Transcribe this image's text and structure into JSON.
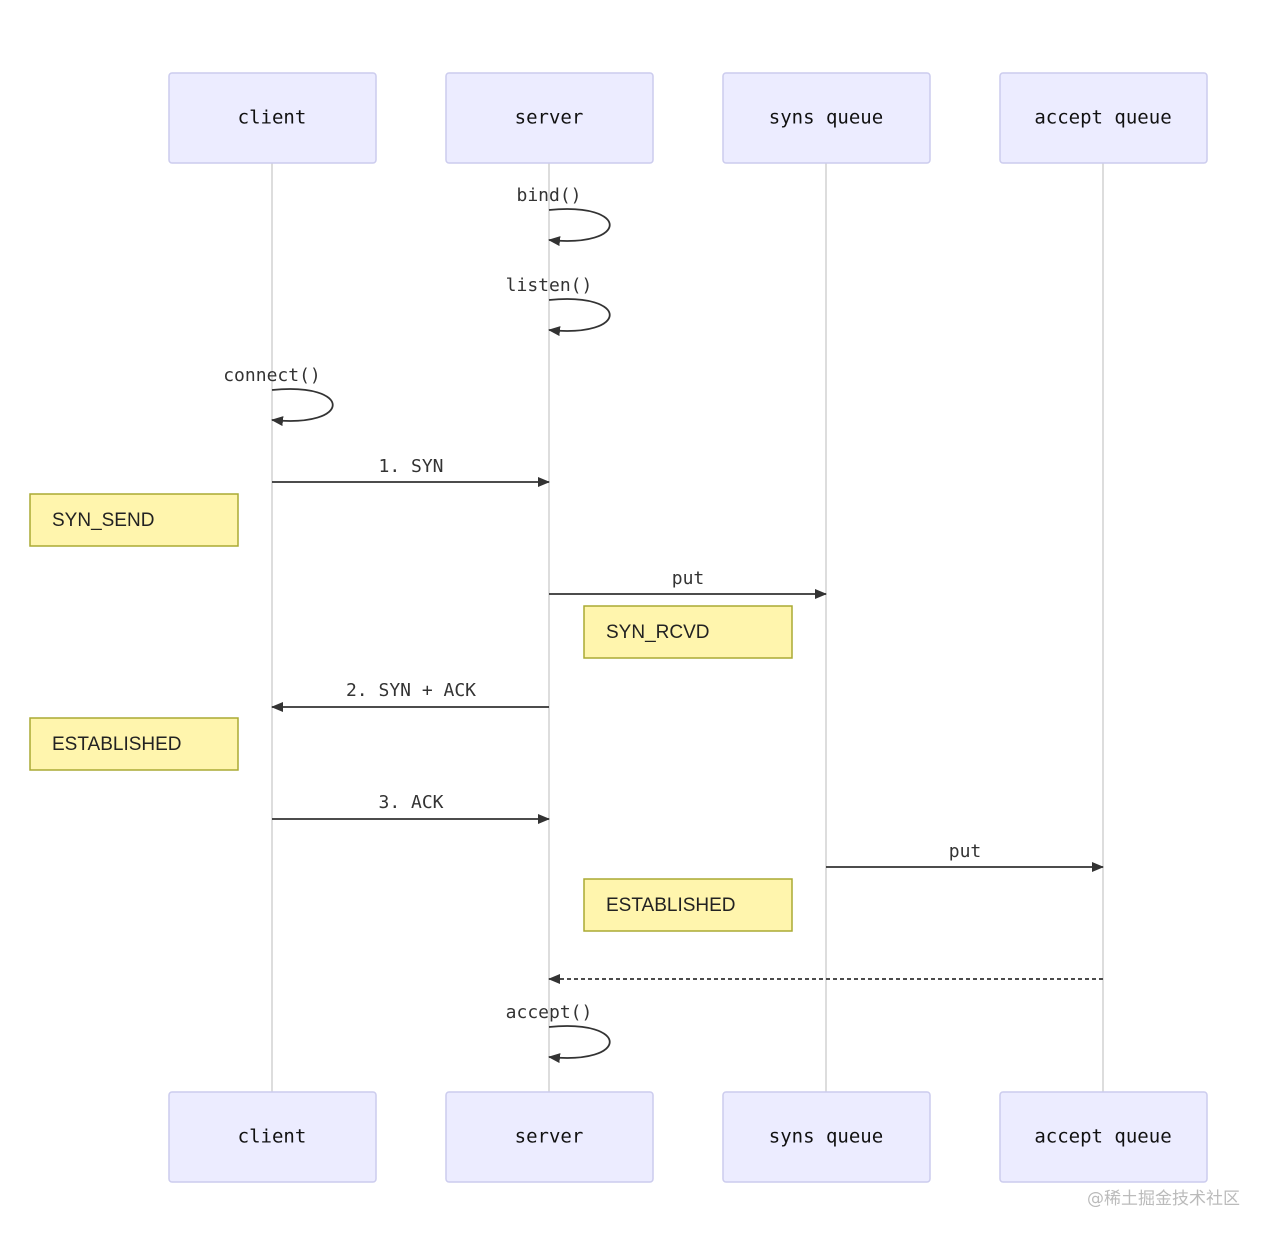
{
  "actors": {
    "client": "client",
    "server": "server",
    "syns_queue": "syns queue",
    "accept_queue": "accept queue"
  },
  "self_calls": {
    "bind": "bind()",
    "listen": "listen()",
    "connect": "connect()",
    "accept": "accept()"
  },
  "messages": {
    "syn": "1. SYN",
    "put_syns": "put",
    "syn_ack": "2. SYN + ACK",
    "ack": "3. ACK",
    "put_accept": "put"
  },
  "notes": {
    "client_syn_send": "SYN_SEND",
    "server_syn_rcvd": "SYN_RCVD",
    "client_established": "ESTABLISHED",
    "server_established": "ESTABLISHED"
  },
  "watermark": "@稀土掘金技术社区",
  "colors": {
    "actor_fill": "#ECECFF",
    "actor_stroke": "#CCCCEE",
    "note_fill": "#FFF5AD",
    "note_stroke": "#AAAA33",
    "line": "#333333"
  }
}
